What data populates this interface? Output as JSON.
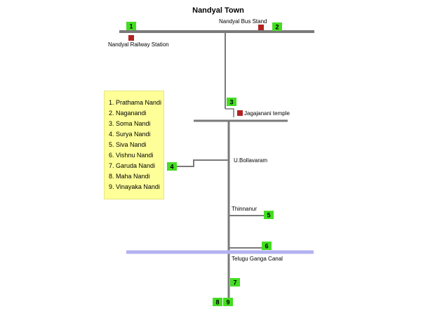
{
  "map": {
    "title": "Nandyal Town",
    "colors": {
      "road": "#7a7a7a",
      "canal": "#b3b3f2",
      "marker": "#44dd22",
      "landmark": "#b22222",
      "legend_bg": "#ffff99"
    },
    "legend": [
      "1. Prathama Nandi",
      "2. Naganandi",
      "3. Soma Nandi",
      "4. Surya Nandi",
      "5. Siva Nandi",
      "6. Vishnu Nandi",
      "7. Garuda Nandi",
      "8. Maha Nandi",
      "9. Vinayaka Nandi"
    ],
    "markers": {
      "m1": "1",
      "m2": "2",
      "m3": "3",
      "m4": "4",
      "m5": "5",
      "m6": "6",
      "m7": "7",
      "m8": "8",
      "m9": "9"
    },
    "places": {
      "bus_stand": "Nandyal Bus Stand",
      "railway_station": "Nandyal Railway Station",
      "temple": "Jagajanani temple",
      "bollavaram": "U.Bollavaram",
      "thinnanur": "Thinnanur",
      "canal": "Telugu Ganga Canal"
    }
  }
}
